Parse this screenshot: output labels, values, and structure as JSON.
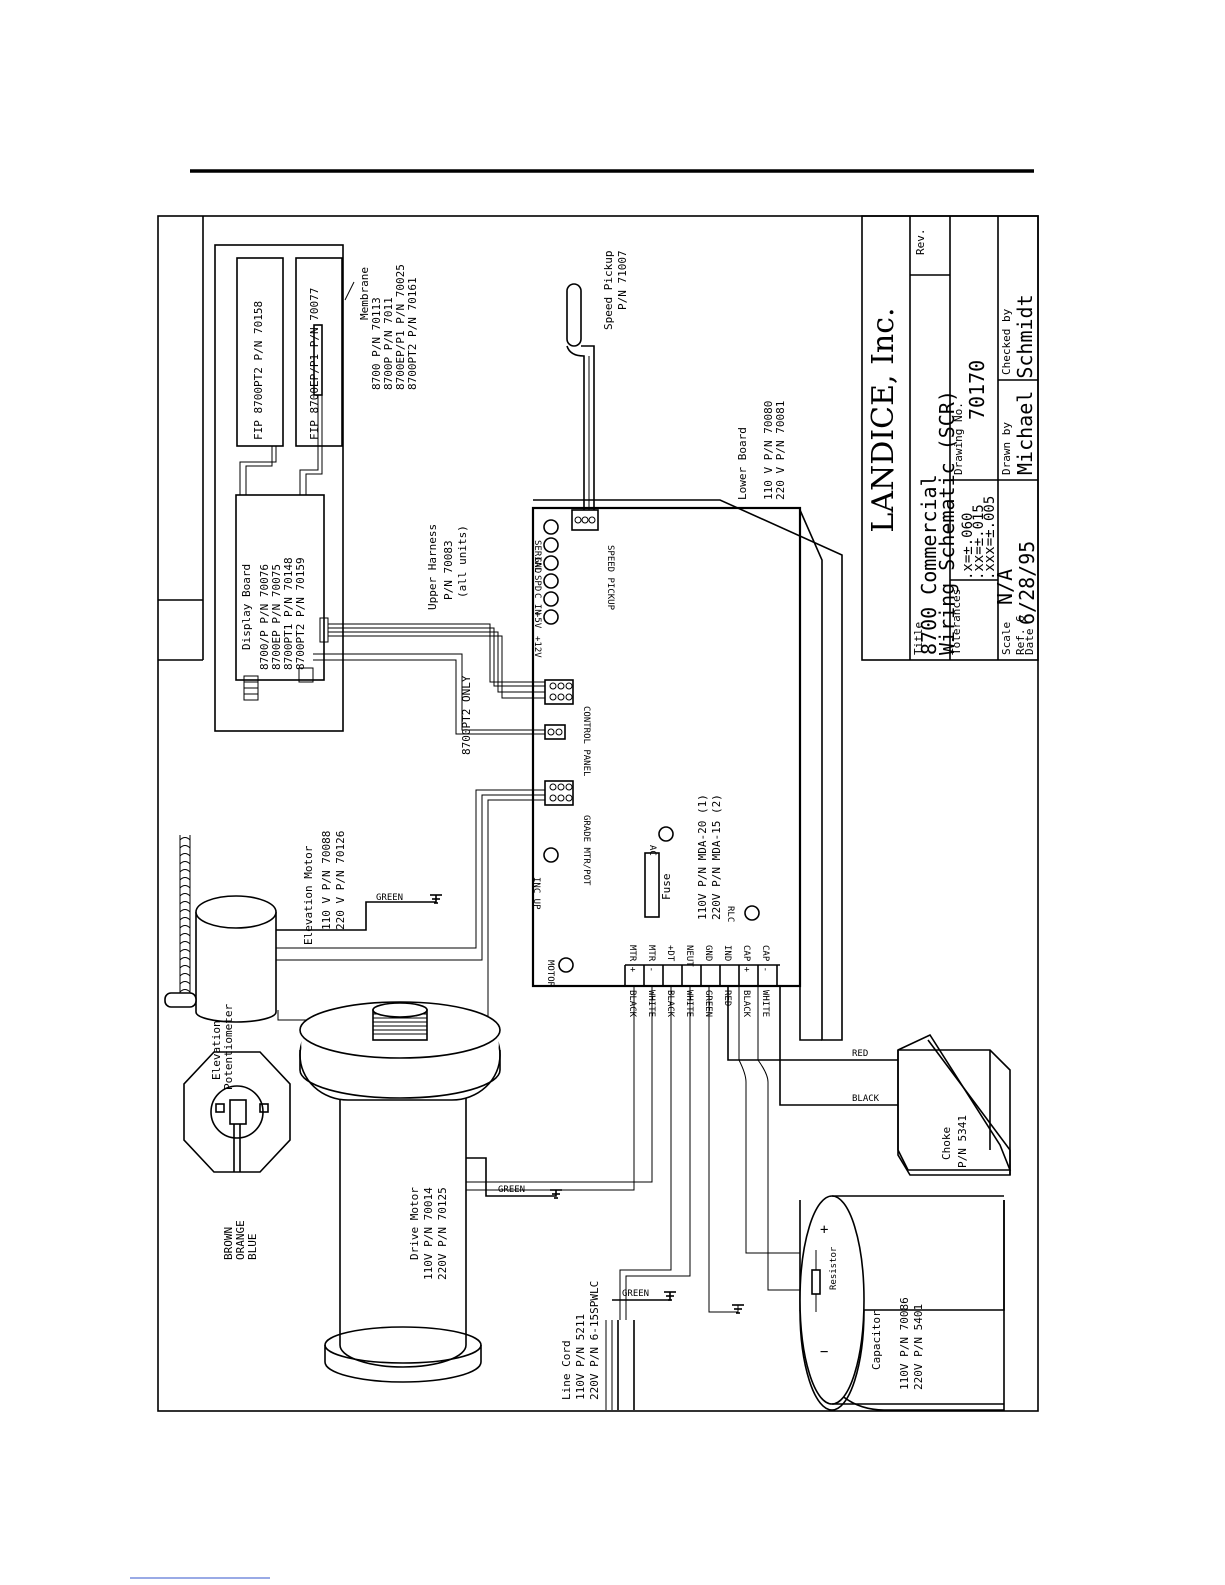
{
  "title_block": {
    "company": "LANDICE, Inc.",
    "title_label": "Title",
    "title_line1": "8700 Commercial",
    "title_line2": "Wiring Schematic (SCR)",
    "rev_label": "Rev.",
    "tolerances_label": "Tolerances",
    "tol_x": ".x=±.060",
    "tol_xx": ".xx=±.015",
    "tol_xxx": ".xxx=±.005",
    "drawing_no_label": "Drawing No.",
    "drawing_no": "70170",
    "scale_label": "Scale",
    "scale": "N/A",
    "ref_label": "Ref.",
    "ref": "6",
    "date_label": "Date",
    "date": "6/28/95",
    "drawn_by_label": "Drawn by",
    "drawn_by": "Michael Schmidt",
    "checked_by_label": "Checked by"
  },
  "display_area": {
    "fip1": "FIP 8700PT2  P/N 70158",
    "fip2": "FIP 8700EP/P1  P/N 70077",
    "membrane_label": "Membrane",
    "membrane_lines": [
      "8700 P/N 70113",
      "8700P P/N 7011",
      "8700EP/P1 P/N 70025",
      "8700PT2 P/N 70161"
    ],
    "display_board_label": "Display Board",
    "display_board_lines": [
      "8700/P  P/N 70076",
      "8700EP  P/N 70075",
      "8700PT1 P/N 70148",
      "8700PT2 P/N 70159"
    ]
  },
  "speed_pickup": {
    "label": "Speed Pickup",
    "pn": "P/N 71007"
  },
  "upper_harness": {
    "label": "Upper Harness",
    "pn": "P/N 70083",
    "note": "(all units)"
  },
  "lower_board": {
    "label": "Lower Board",
    "pn1": "110 V P/N 70080",
    "pn2": "220 V P/N 70081"
  },
  "controller": {
    "pn1": "110V P/N MDA-20 (1)",
    "pn2": "220V P/N MDA-15 (2)",
    "pins_top": [
      "+12V",
      "+5V",
      "C_IN",
      "SPD",
      "GND",
      "SERIAL"
    ],
    "speed_pickup_conn": "SPEED PICKUP",
    "control_panel_conn": "CONTROL PANEL",
    "grade_conn": "GRADE MTR/POT",
    "only_8700pt2": "8700PT2 ONLY",
    "inc_up": "INC UP",
    "ac": "AC",
    "fuse": "Fuse",
    "rlc": "RLC",
    "motor": "MOTOR",
    "terminals": [
      "MTR +",
      "MTR -",
      "+DT",
      "NEUT",
      "GND",
      "IND",
      "CAP +",
      "CAP -"
    ]
  },
  "wires": {
    "colors_lower": [
      "BLACK",
      "WHITE",
      "BLACK",
      "WHITE",
      "GREEN",
      "RED",
      "BLACK",
      "WHITE"
    ],
    "green": "GREEN",
    "red": "RED",
    "black": "BLACK"
  },
  "elevation_motor": {
    "label": "Elevation Motor",
    "pn1": "110 V P/N 70088",
    "pn2": "220 V P/N 70126"
  },
  "drive_motor": {
    "label": "Drive Motor",
    "pn1": "110V P/N 70014",
    "pn2": "220V P/N 70125"
  },
  "elevation_pot": {
    "label1": "Elevation",
    "label2": "Potentiometer",
    "colors": [
      "BROWN",
      "ORANGE",
      "BLUE"
    ]
  },
  "line_cord": {
    "label": "Line Cord",
    "pn1": "110V P/N 5211",
    "pn2": "220V P/N 6-15SPWLC"
  },
  "choke": {
    "label": "Choke",
    "pn": "P/N 5341"
  },
  "capacitor": {
    "label": "Capacitor",
    "pn1": "110V P/N 70086",
    "pn2": "220V P/N 5401",
    "resistor": "Resistor",
    "plus": "+",
    "minus": "−"
  }
}
